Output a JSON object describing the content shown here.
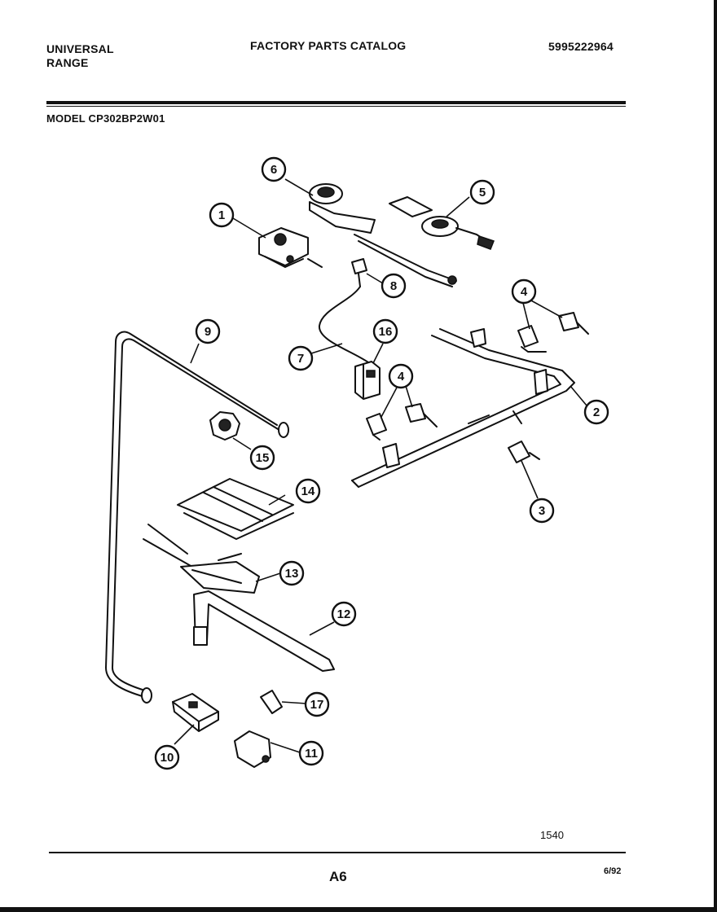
{
  "header": {
    "brand_line1": "UNIVERSAL",
    "brand_line2": "RANGE",
    "catalog_title": "FACTORY PARTS CATALOG",
    "catalog_number": "5995222964",
    "model_label": "MODEL",
    "model_number": "CP302BP2W01"
  },
  "footer": {
    "figure_number": "1540",
    "page_id": "A6",
    "date": "6/92"
  },
  "callouts": [
    "1",
    "2",
    "3",
    "4",
    "4",
    "5",
    "6",
    "7",
    "8",
    "9",
    "10",
    "11",
    "12",
    "13",
    "14",
    "15",
    "16",
    "17"
  ],
  "colors": {
    "ink": "#111111",
    "paper": "#ffffff"
  }
}
